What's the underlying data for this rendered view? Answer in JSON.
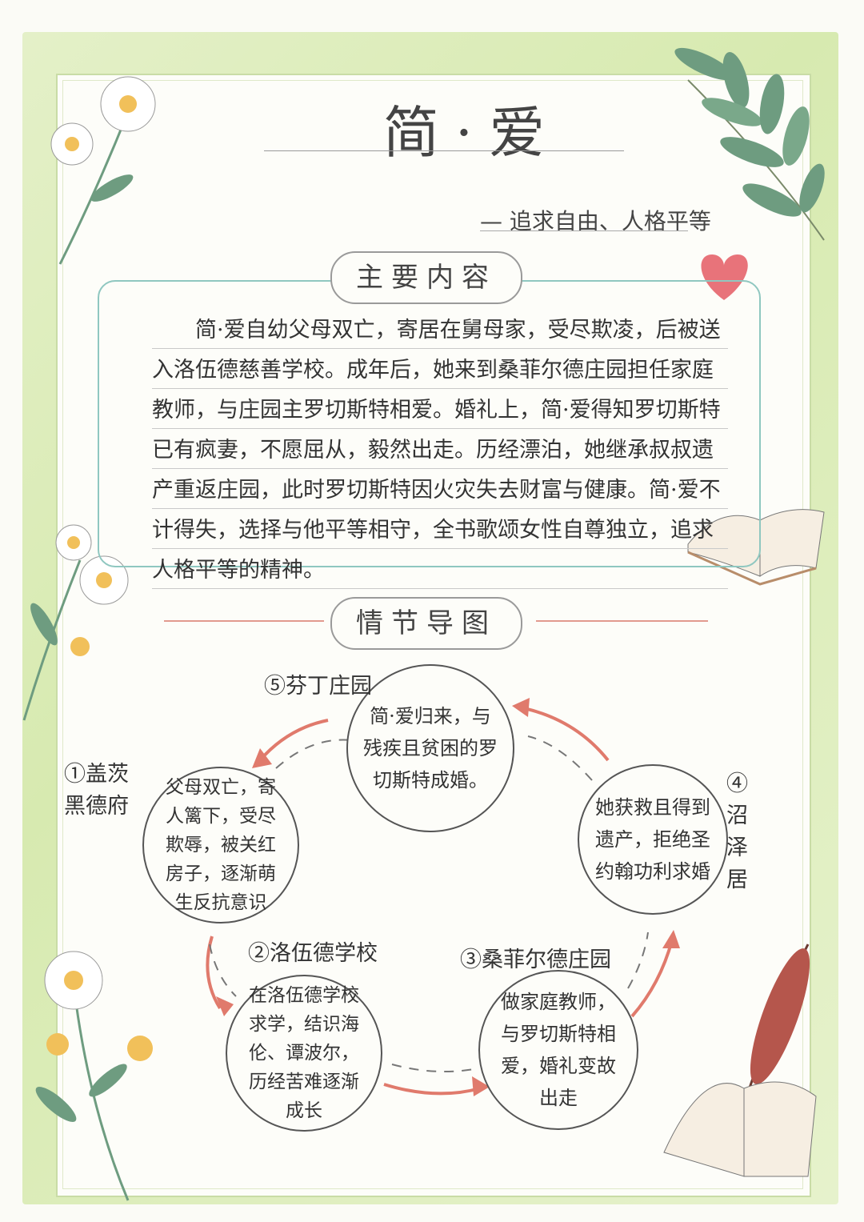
{
  "title": "简·爱",
  "subtitle": "— 追求自由、人格平等",
  "sections": {
    "summary_heading": "主要内容",
    "plot_heading": "情节导图"
  },
  "summary_text": "简·爱自幼父母双亡，寄居在舅母家，受尽欺凌，后被送入洛伍德慈善学校。成年后，她来到桑菲尔德庄园担任家庭教师，与庄园主罗切斯特相爱。婚礼上，简·爱得知罗切斯特已有疯妻，不愿屈从，毅然出走。历经漂泊，她继承叔叔遗产重返庄园，此时罗切斯特因火灾失去财富与健康。简·爱不计得失，选择与他平等相守，全书歌颂女性自尊独立，追求人格平等的精神。",
  "plot": {
    "nodes": [
      {
        "label": "①盖茨黑德府",
        "text": "父母双亡，寄人篱下，受尽欺辱，被关红房子，逐渐萌生反抗意识"
      },
      {
        "label": "②洛伍德学校",
        "text": "在洛伍德学校求学，结识海伦、谭波尔，历经苦难逐渐成长"
      },
      {
        "label": "③桑菲尔德庄园",
        "text": "做家庭教师，与罗切斯特相爱，婚礼变故出走"
      },
      {
        "label": "④沼泽居",
        "text": "她获救且得到遗产，拒绝圣约翰功利求婚"
      },
      {
        "label": "⑤芬丁庄园",
        "text": "简·爱归来，与残疾且贫困的罗切斯特成婚。"
      }
    ]
  },
  "colors": {
    "frame_green": "#d7eab0",
    "box_teal": "#8fc7c0",
    "arrow_red": "#e07a6c",
    "leaf_green": "#6e9c80",
    "heart_red": "#e8737a"
  },
  "icons": [
    "daisy-flower-icon",
    "leaf-branch-icon",
    "heart-icon",
    "open-book-icon",
    "quill-feather-icon"
  ]
}
